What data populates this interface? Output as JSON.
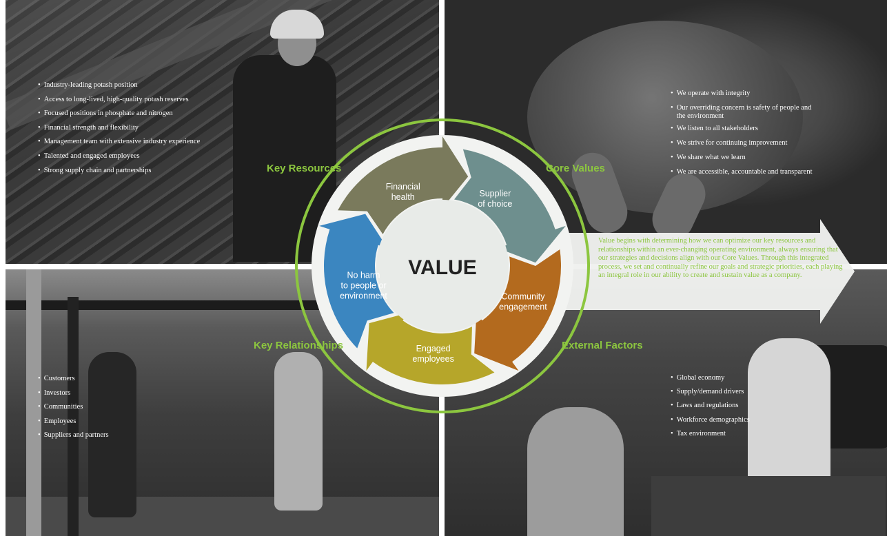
{
  "center_label": "VALUE",
  "colors": {
    "accent_green": "#8cc63f",
    "financial": "#7a7a5c",
    "supplier": "#6e8f8e",
    "community": "#b36a1e",
    "engaged": "#b6a62a",
    "no_harm": "#3b86c0",
    "inner_circle": "#e8ebe8",
    "outer_disc": "#f2f3f1"
  },
  "cycle": [
    {
      "lines": [
        "Financial",
        "health"
      ]
    },
    {
      "lines": [
        "Supplier",
        "of choice"
      ]
    },
    {
      "lines": [
        "Community",
        "engagement"
      ]
    },
    {
      "lines": [
        "Engaged",
        "employees"
      ]
    },
    {
      "lines": [
        "No harm",
        "to people or",
        "environment"
      ]
    }
  ],
  "quadrants": {
    "key_resources": {
      "label": "Key Resources",
      "items": [
        "Industry-leading potash position",
        "Access to long-lived, high-quality potash reserves",
        "Focused positions in phosphate and nitrogen",
        "Financial strength and flexibility",
        "Management team with extensive industry experience",
        "Talented and engaged employees",
        "Strong supply chain and partnerships"
      ]
    },
    "core_values": {
      "label": "Core Values",
      "items": [
        "We operate with integrity",
        "Our overriding concern is safety of people and the environment",
        "We listen to all stakeholders",
        "We strive for continuing improvement",
        "We share what we learn",
        "We are accessible, accountable and transparent"
      ]
    },
    "key_relationships": {
      "label": "Key Relationships",
      "items": [
        "Customers",
        "Investors",
        "Communities",
        "Employees",
        "Suppliers and partners"
      ]
    },
    "external_factors": {
      "label": "External Factors",
      "items": [
        "Global economy",
        "Supply/demand drivers",
        "Laws and regulations",
        "Workforce demographics",
        "Tax environment"
      ]
    }
  },
  "description": "Value begins with determining how we can optimize our key resources and relationships within an ever-changing operating environment, always ensuring that our strategies and decisions align with our Core Values. Through this integrated process, we set and continually refine our goals and strategic priorities, each playing an integral role in our ability to create and sustain value as a company."
}
